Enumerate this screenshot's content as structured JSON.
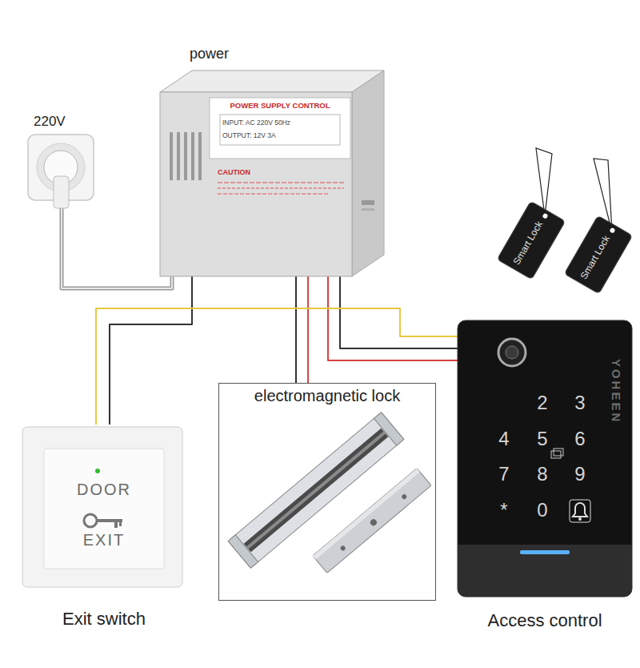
{
  "diagram": {
    "nodes": [
      {
        "text": [
          "power",
          "POWER SUPPLY CONTROL",
          "INPUT: AC 220V 50Hz",
          "OUTPUT: 12V 3A",
          "CAUTION"
        ]
      },
      {
        "text": [
          "220V"
        ]
      },
      {
        "text": [
          "DOOR",
          "EXIT",
          "Exit switch"
        ]
      },
      {
        "text": [
          "electromagnetic lock"
        ]
      },
      {
        "text": [
          "2",
          "3",
          "4",
          "5",
          "6",
          "7",
          "8",
          "9",
          "*",
          "0",
          "Access control"
        ]
      },
      {
        "text": [
          "Smart Lock"
        ]
      },
      {
        "text": [
          "Smart Lock"
        ]
      }
    ],
    "edges": [
      {
        "from": 1,
        "to": 0,
        "arrow": "none"
      },
      {
        "from": 0,
        "to": 2,
        "arrow": "none"
      },
      {
        "from": 0,
        "to": 3,
        "arrow": "none"
      },
      {
        "from": 0,
        "to": 4,
        "arrow": "none"
      },
      {
        "from": 2,
        "to": 4,
        "arrow": "none"
      }
    ],
    "labels": [
      "YOHEEN"
    ]
  }
}
